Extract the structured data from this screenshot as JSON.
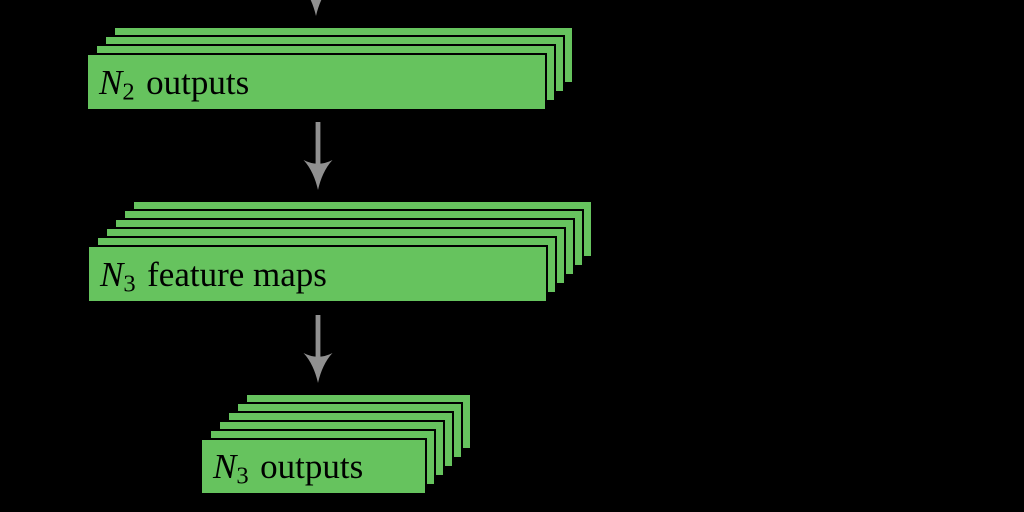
{
  "background_color": "#000000",
  "colors": {
    "sheet_green": "#66c35e",
    "sheet_border": "#000000",
    "arrow_gray": "#909090",
    "text": "#000000"
  },
  "diagram": {
    "type": "flow",
    "description": "Stacks of feature-map sheets connected by downward arrows",
    "stacks": [
      {
        "id": "n2-outputs",
        "label": {
          "var": "N",
          "sub": "2",
          "text": "outputs"
        },
        "sheets": 4
      },
      {
        "id": "n3-feature-maps",
        "label": {
          "var": "N",
          "sub": "3",
          "text": "feature maps"
        },
        "sheets": 6
      },
      {
        "id": "n3-outputs",
        "label": {
          "var": "N",
          "sub": "3",
          "text": "outputs"
        },
        "sheets": 6
      }
    ],
    "arrows": [
      {
        "id": "arrow-into-n2-outputs",
        "direction": "down",
        "partial": true
      },
      {
        "id": "arrow-n2-outputs-to-n3-feature-maps",
        "direction": "down",
        "partial": false
      },
      {
        "id": "arrow-n3-feature-maps-to-n3-outputs",
        "direction": "down",
        "partial": false
      }
    ]
  }
}
